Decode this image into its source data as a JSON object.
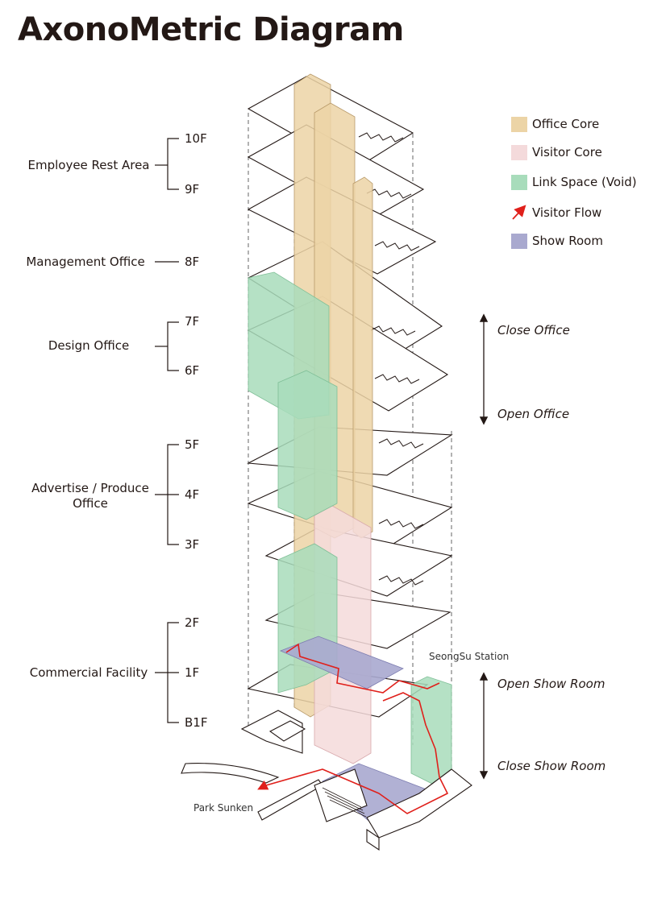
{
  "title": "AxonoMetric Diagram",
  "floors": [
    "10F",
    "9F",
    "8F",
    "7F",
    "6F",
    "5F",
    "4F",
    "3F",
    "2F",
    "1F",
    "B1F"
  ],
  "groups": {
    "employee_rest": "Employee Rest Area",
    "management": "Management Office",
    "design": "Design Office",
    "advertise": "Advertise / Produce Office",
    "commercial": "Commercial Facility"
  },
  "legend": [
    {
      "label": "Office Core",
      "color": "#ecd4a6"
    },
    {
      "label": "Visitor Core",
      "color": "#f4dadb"
    },
    {
      "label": "Link Space (Void)",
      "color": "#a8dcbb"
    },
    {
      "label": "Visitor Flow",
      "color": "#e0201b"
    },
    {
      "label": "Show Room",
      "color": "#a9a9cf"
    }
  ],
  "notes": {
    "close_office": "Close Office",
    "open_office": "Open Office",
    "open_show_room": "Open Show Room",
    "close_show_room": "Close Show Room"
  },
  "places": {
    "station": "SeongSu Station",
    "park": "Park Sunken"
  }
}
